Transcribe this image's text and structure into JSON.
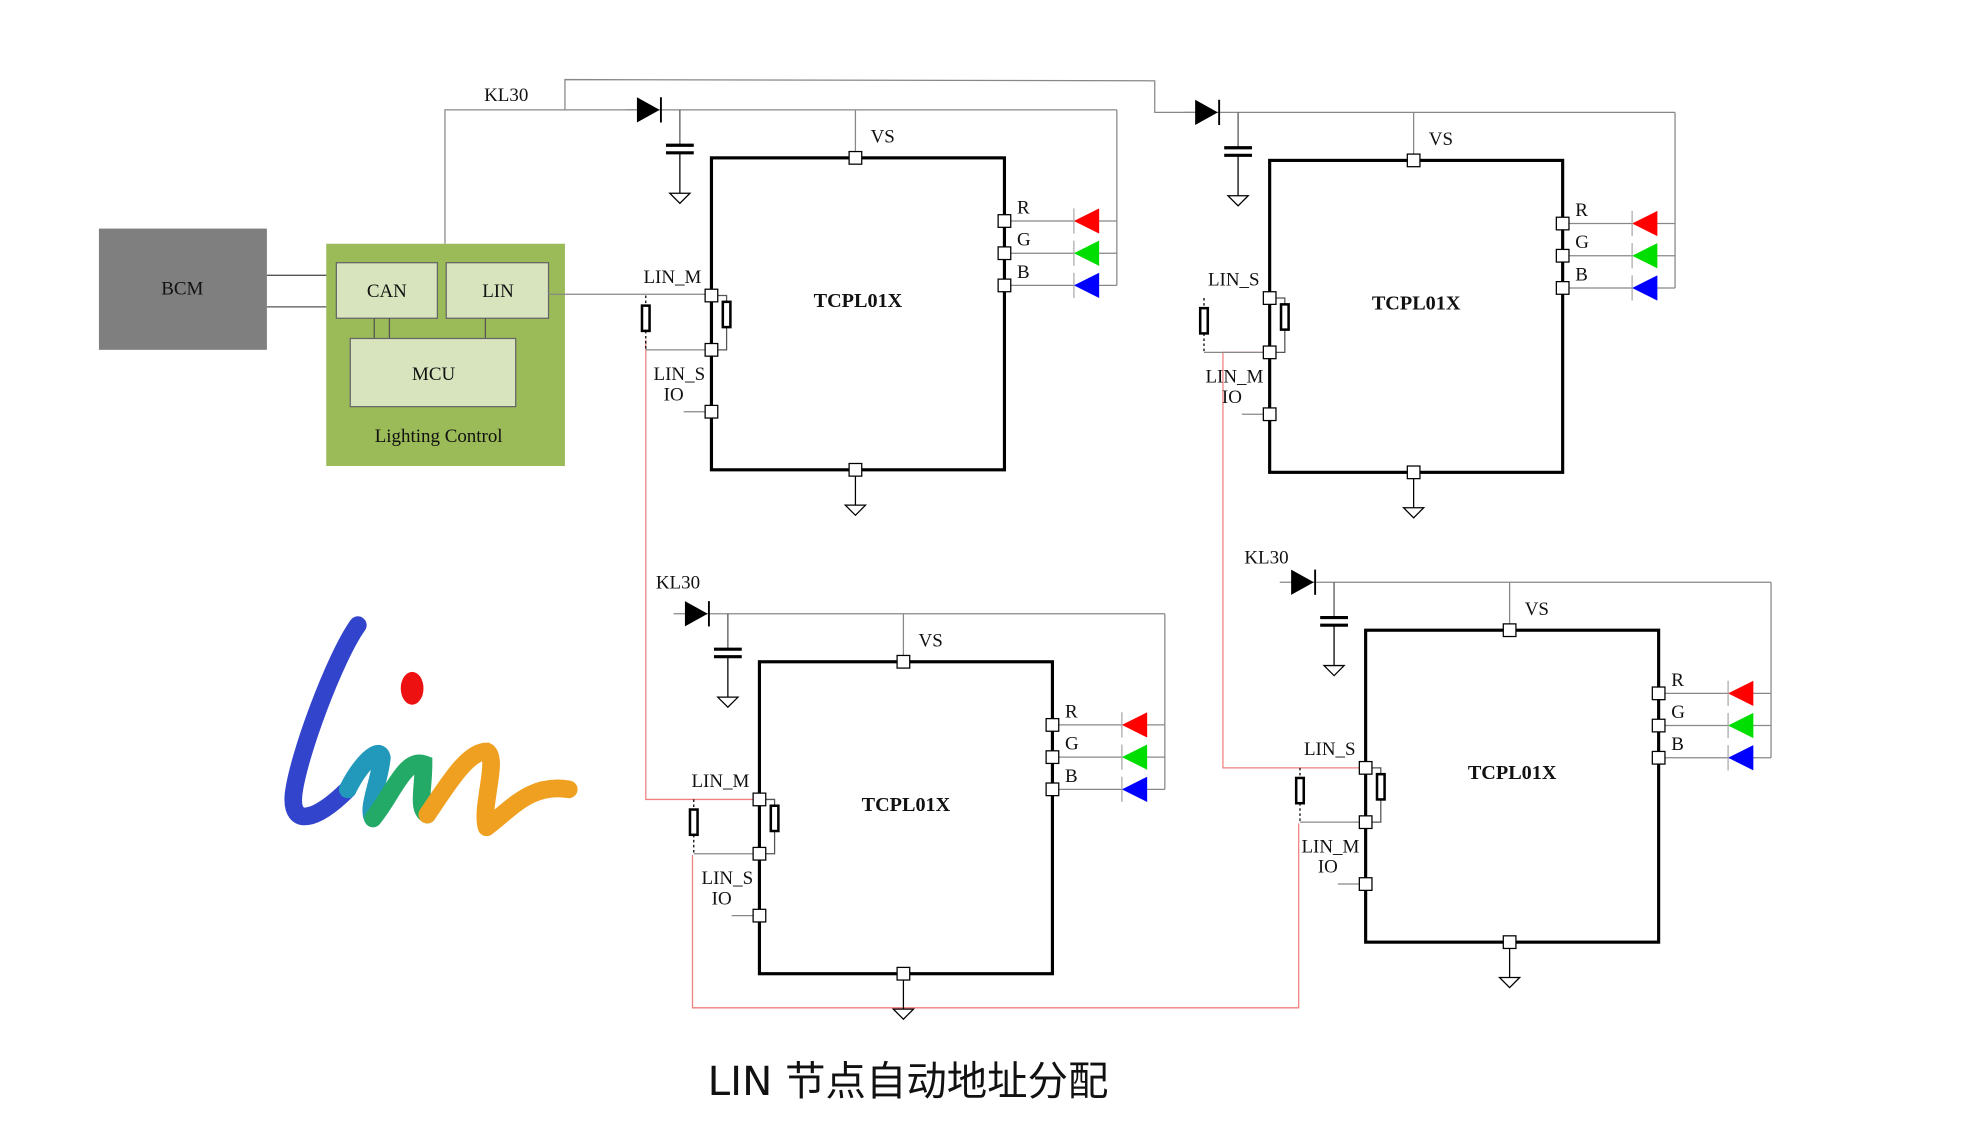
{
  "title": "LIN 节点自动地址分配",
  "bcm": {
    "label": "BCM"
  },
  "lighting_control": {
    "label": "Lighting Control",
    "can_label": "CAN",
    "lin_label": "LIN",
    "mcu_label": "MCU",
    "kl30_label": "KL30"
  },
  "chips": [
    {
      "name": "TCPL01X",
      "vs": "VS",
      "pin1": "LIN_M",
      "pin2": "LIN_S",
      "io": "IO",
      "r": "R",
      "g": "G",
      "b": "B",
      "kl30": ""
    },
    {
      "name": "TCPL01X",
      "vs": "VS",
      "pin1": "LIN_S",
      "pin2": "LIN_M",
      "io": "IO",
      "r": "R",
      "g": "G",
      "b": "B",
      "kl30": ""
    },
    {
      "name": "TCPL01X",
      "vs": "VS",
      "pin1": "LIN_M",
      "pin2": "LIN_S",
      "io": "IO",
      "r": "R",
      "g": "G",
      "b": "B",
      "kl30": "KL30"
    },
    {
      "name": "TCPL01X",
      "vs": "VS",
      "pin1": "LIN_S",
      "pin2": "LIN_M",
      "io": "IO",
      "r": "R",
      "g": "G",
      "b": "B",
      "kl30": "KL30"
    }
  ],
  "logo": {
    "text": "lin"
  },
  "colors": {
    "bcm": "#7f7f7f",
    "lighting": "#9bbb59",
    "sub": "#d7e4bd",
    "addr_wire": "#f08080",
    "led_r": "#ff0000",
    "led_g": "#00dd00",
    "led_b": "#0000ff"
  }
}
